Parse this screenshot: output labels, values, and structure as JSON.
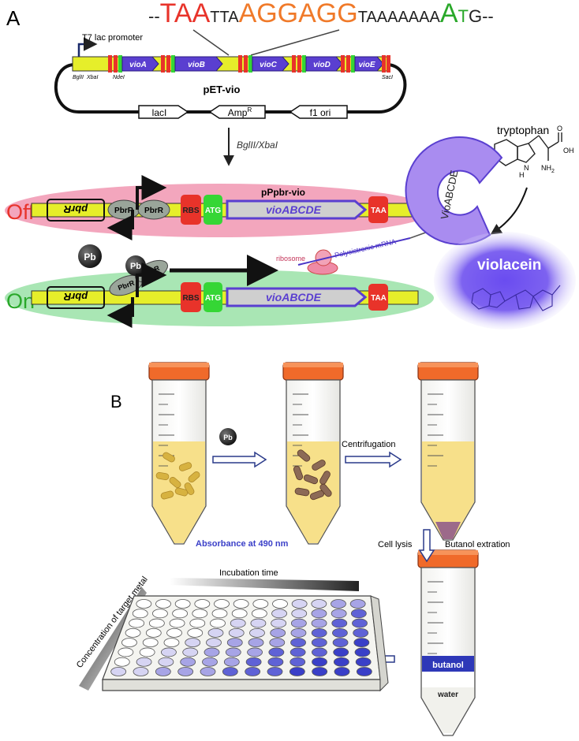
{
  "panel_a": {
    "label": "A",
    "sequence": [
      {
        "text": "--",
        "color": "#222222",
        "size": "small"
      },
      {
        "text": "TAA",
        "color": "#e8332a",
        "size": "large"
      },
      {
        "text": "TTA",
        "color": "#222222",
        "size": "small"
      },
      {
        "text": "AGGAGG",
        "color": "#f07a2a",
        "size": "large"
      },
      {
        "text": "TAAAAAAA",
        "color": "#222222",
        "size": "small"
      },
      {
        "text": "A",
        "color": "#2aa82a",
        "size": "large"
      },
      {
        "text": "T",
        "color": "#2aa82a",
        "size": "small"
      },
      {
        "text": "G--",
        "color": "#222222",
        "size": "small"
      }
    ],
    "promoter_label": "T7 lac promoter",
    "plasmid_name": "pET-vio",
    "genes": [
      "vioA",
      "vioB",
      "vioC",
      "vioD",
      "vioE"
    ],
    "restriction_sites": [
      "BglII",
      "XbaI",
      "NdeI",
      "SacI"
    ],
    "backbone_genes": [
      "lacI",
      "Amp",
      "R",
      "f1 ori"
    ],
    "digest_label": "BglII/XbaI",
    "construct_name": "pPpbr-vio",
    "state_off": "Off",
    "state_on": "On",
    "pbrr_gene": "pbrR",
    "regulator": "PbrR",
    "rbs": "RBS",
    "atg": "ATG",
    "operon": "vioABCDE",
    "stop": "TAA",
    "lead_ion": "Pb",
    "ribosome": "ribosome",
    "mrna": "Polycistronic mRNA",
    "substrate": "tryptophan",
    "enzyme": "VioABCDE",
    "product": "violacein",
    "chem_nh": "N",
    "chem_h": "H",
    "chem_nh2": "NH",
    "chem_nh2_sub": "2",
    "chem_oh": "OH",
    "chem_o": "O"
  },
  "panel_b": {
    "label": "B",
    "lead_ion": "Pb",
    "centrifugation": "Centrifugation",
    "cell_lysis": "Cell lysis",
    "butanol_extraction": "Butanol extration",
    "butanol": "butanol",
    "water": "water",
    "absorbance": "Absorbance at 490 nm",
    "incubation": "Incubation time",
    "concentration": "Concentration of target metal"
  },
  "colors": {
    "red_box": "#e8332a",
    "green_box": "#35d635",
    "purple": "#5a3fd0",
    "plate_blue": "#3a3fc8",
    "light_blue": "#a7a4e6",
    "off_bg": "#f3a6bd",
    "on_bg": "#a9e6b4",
    "bar": "#e6ee2a",
    "cap": "#f06a2a",
    "liquid": "#f7e08a",
    "bacteria": "#d7b240"
  }
}
